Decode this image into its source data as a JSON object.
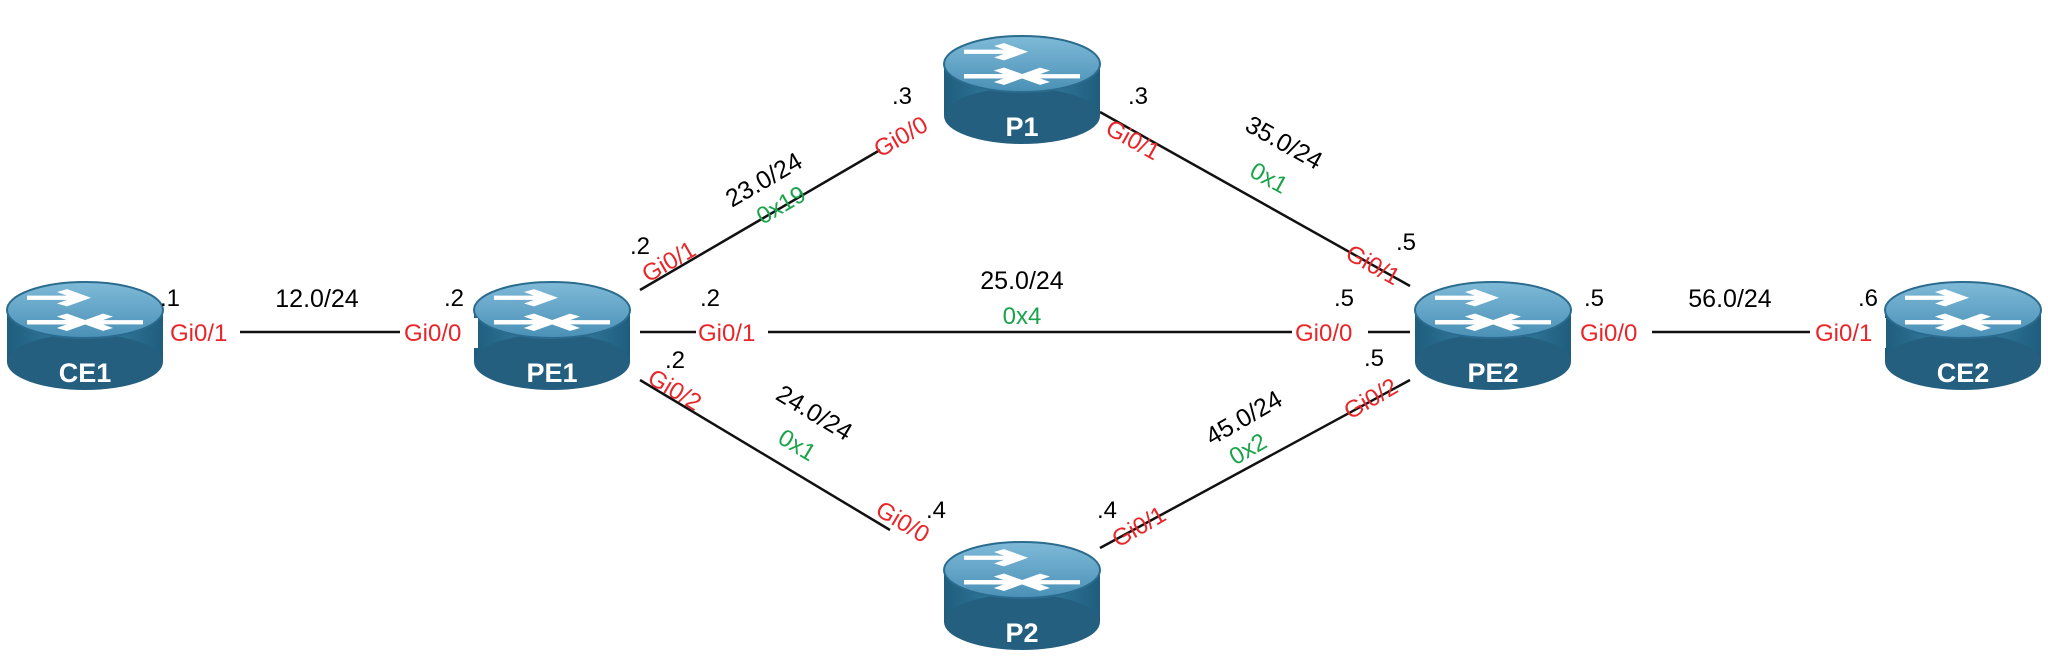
{
  "colors": {
    "interface": "#e8262a",
    "cost": "#1aa34a",
    "link": "#111111",
    "router_top": "#5fa6c9",
    "router_body": "#2d6f91",
    "arrow": "#ffffff"
  },
  "icon": "router-icon",
  "nodes": {
    "ce1": {
      "label": "CE1"
    },
    "pe1": {
      "label": "PE1"
    },
    "p1": {
      "label": "P1"
    },
    "p2": {
      "label": "P2"
    },
    "pe2": {
      "label": "PE2"
    },
    "ce2": {
      "label": "CE2"
    }
  },
  "links": {
    "ce1_pe1": {
      "subnet": "12.0/24",
      "a_if": "Gi0/1",
      "a_ip": ".1",
      "b_if": "Gi0/0",
      "b_ip": ".2"
    },
    "pe1_p1": {
      "subnet": "23.0/24",
      "cost": "0x19",
      "a_if": "Gi0/1",
      "a_ip": ".2",
      "b_if": "Gi0/0",
      "b_ip": ".3"
    },
    "pe1_pe2": {
      "subnet": "25.0/24",
      "cost": "0x4",
      "a_if": "Gi0/1",
      "a_ip": ".2",
      "b_if": "Gi0/0",
      "b_ip": ".5"
    },
    "pe1_p2": {
      "subnet": "24.0/24",
      "cost": "0x1",
      "a_if": "Gi0/2",
      "a_ip": ".2",
      "b_if": "Gi0/0",
      "b_ip": ".4"
    },
    "p1_pe2": {
      "subnet": "35.0/24",
      "cost": "0x1",
      "a_if": "Gi0/1",
      "a_ip": ".3",
      "b_if": "Gi0/1",
      "b_ip": ".5"
    },
    "p2_pe2": {
      "subnet": "45.0/24",
      "cost": "0x2",
      "a_if": "Gi0/1",
      "a_ip": ".4",
      "b_if": "Gi0/2",
      "b_ip": ".5"
    },
    "pe2_ce2": {
      "subnet": "56.0/24",
      "a_if": "Gi0/0",
      "a_ip": ".5",
      "b_if": "Gi0/1",
      "b_ip": ".6"
    }
  }
}
